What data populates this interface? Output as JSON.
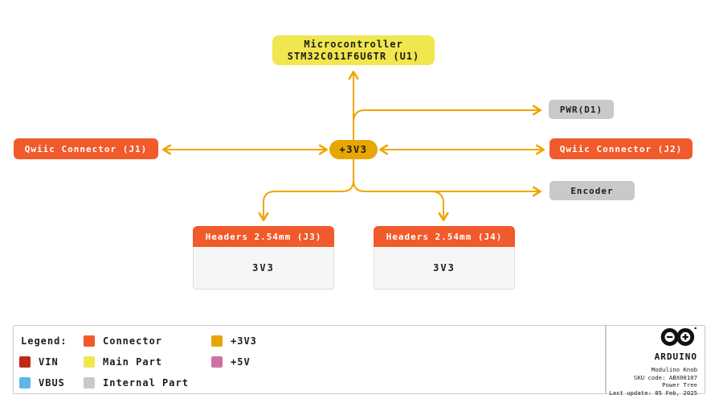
{
  "nodes": {
    "microcontroller": {
      "line1": "Microcontroller",
      "line2": "STM32C011F6U6TR (U1)"
    },
    "rail_3v3": {
      "label": "+3V3"
    },
    "qwiic_j1": {
      "label": "Qwiic Connector (J1)"
    },
    "qwiic_j2": {
      "label": "Qwiic Connector (J2)"
    },
    "pwr_led": {
      "label": "PWR(D1)"
    },
    "encoder": {
      "label": "Encoder"
    },
    "headers_j3": {
      "label": "Headers 2.54mm (J3)",
      "pin": "3V3"
    },
    "headers_j4": {
      "label": "Headers 2.54mm (J4)",
      "pin": "3V3"
    }
  },
  "legend": {
    "title": "Legend:",
    "items": [
      {
        "label": "Connector",
        "color": "#F15A2B"
      },
      {
        "label": "+3V3",
        "color": "#E8A602"
      },
      {
        "label": "VIN",
        "color": "#BE2B14"
      },
      {
        "label": "Main Part",
        "color": "#F0E64E"
      },
      {
        "label": "+5V",
        "color": "#CE72A5"
      },
      {
        "label": "VBUS",
        "color": "#5FB7E8"
      },
      {
        "label": "Internal Part",
        "color": "#C9C9C9"
      }
    ]
  },
  "footer": {
    "brand": "ARDUINO",
    "lines": [
      "Modulino Knob",
      "SKU code: ABX00107",
      "Power Tree",
      "Last update: 05 Feb, 2025"
    ]
  },
  "colors": {
    "connector": "#F15A2B",
    "main-part": "#F0E64E",
    "internal-part": "#C9C9C9",
    "power-3v3": "#E8A602",
    "line": "#F0A500",
    "text-dark": "#1D1D1B"
  }
}
